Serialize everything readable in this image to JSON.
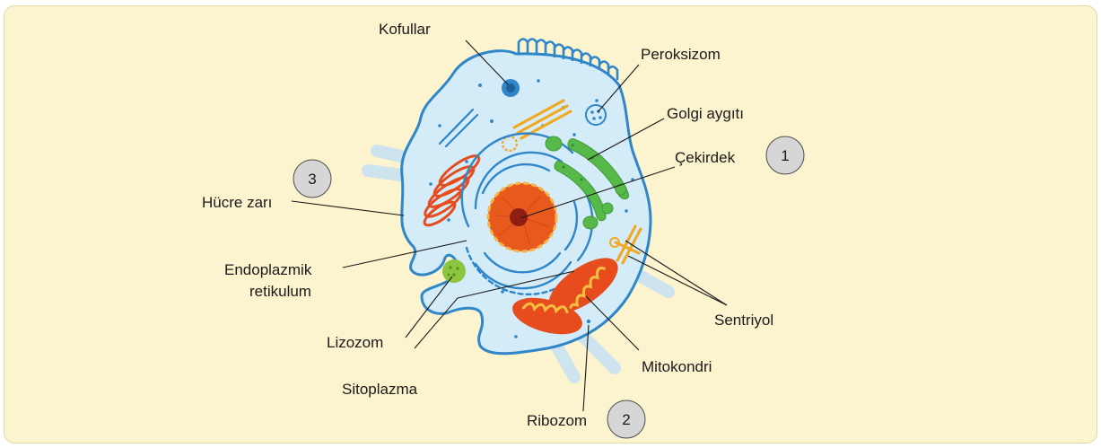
{
  "labels": {
    "kofullar": "Kofullar",
    "peroksizom": "Peroksizom",
    "golgi": "Golgi aygıtı",
    "cekirdek": "Çekirdek",
    "hucre_zari": "Hücre zarı",
    "endoplazmik_1": "Endoplazmik",
    "endoplazmik_2": "retikulum",
    "lizozom": "Lizozom",
    "sitoplazma": "Sitoplazma",
    "ribozom": "Ribozom",
    "mitokondri": "Mitokondri",
    "sentriyol": "Sentriyol"
  },
  "markers": {
    "m1": "1",
    "m2": "2",
    "m3": "3"
  },
  "colors": {
    "background": "#fcf3cf",
    "membrane": "#2f86c8",
    "cytoplasm": "#d4ebf8",
    "nucleus": "#e8591d",
    "nucleus_border": "#f6b545",
    "golgi": "#57b94a",
    "mitochondria": "#e64c1d",
    "centriole": "#f2a81d",
    "lysosome": "#8cc63f",
    "marker_fill": "#d6d6d6"
  }
}
